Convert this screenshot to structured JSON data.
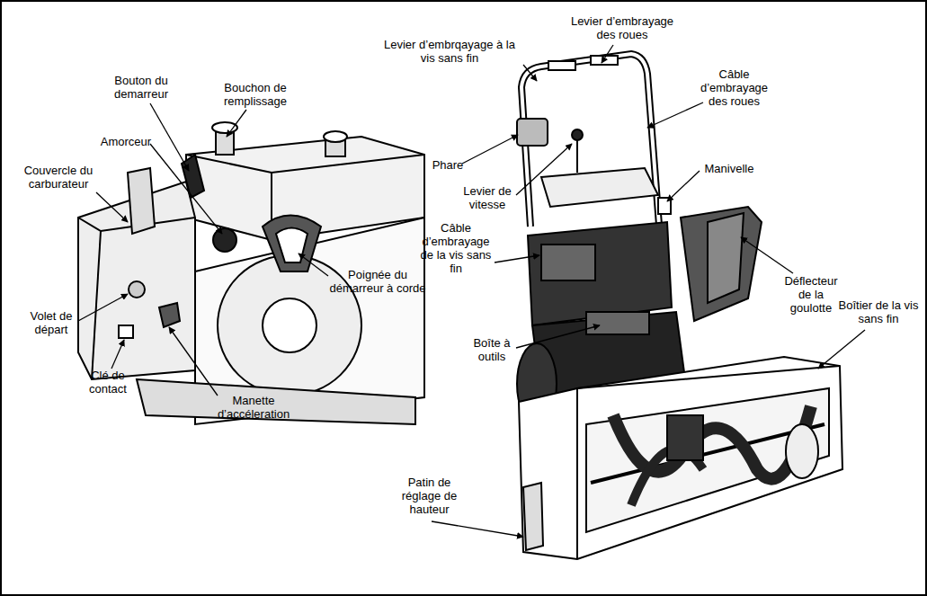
{
  "diagram": {
    "labels": [
      "Bouton du demarreur",
      "Bouchon de remplissage",
      "Amorceur",
      "Couvercle du carburateur",
      "Volet de départ",
      "Clé de contact",
      "Manette d’accéleration",
      "Poignée du démarreur à corde",
      "Levier d’embrqayage à la vis sans fin",
      "Levier d’embrayage des roues",
      "Câble d’embrayage des roues",
      "Phare",
      "Levier de vitesse",
      "Manivelle",
      "Câble d’embrayage de la vis sans fin",
      "Déflecteur de la goulotte",
      "Boîtier de la vis sans fin",
      "Boîte à outils",
      "Patin de réglage de hauteur"
    ]
  }
}
